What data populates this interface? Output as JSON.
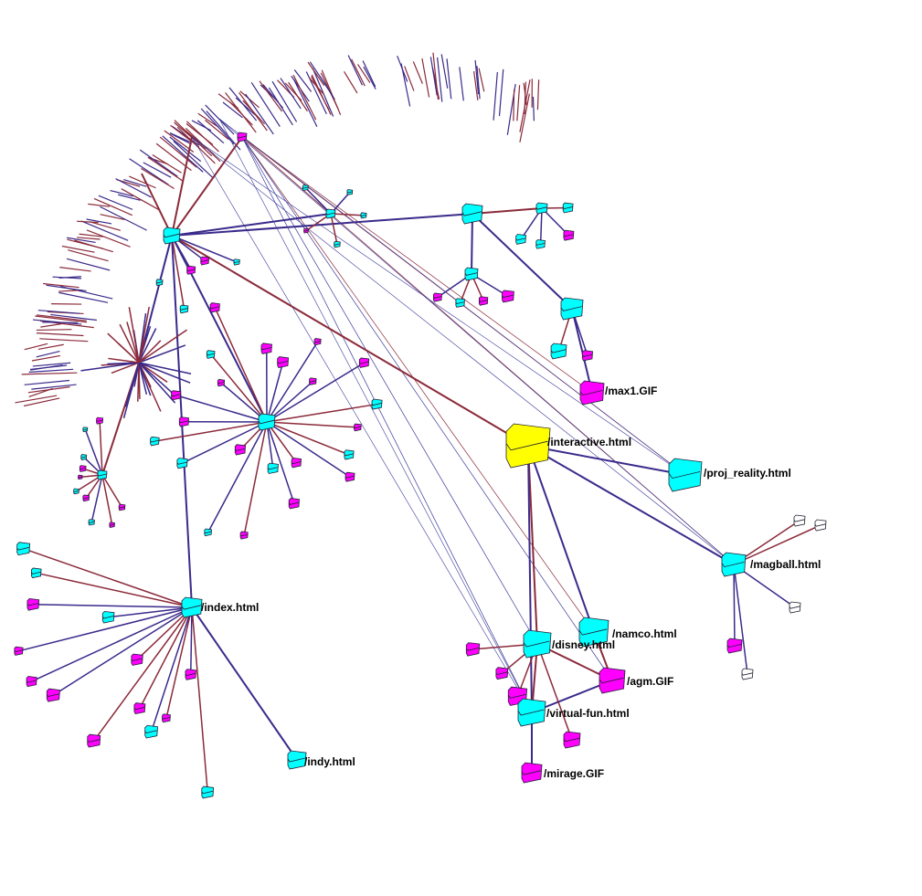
{
  "colors": {
    "background": "#ffffff",
    "html_node": "#00ffff",
    "image_node": "#ff00ff",
    "focus_node": "#ffff00",
    "unknown_node": "#ffffff",
    "edge_in": "#8b2a3a",
    "edge_out": "#3a2a8b"
  },
  "labels": {
    "max1": "/max1.GIF",
    "interactive": "/interactive.html",
    "proj_reality": "/proj_reality.html",
    "magball": "/magball.html",
    "namco": "/namco.html",
    "disney": "/disney.html",
    "agm": "/agm.GIF",
    "virtual_fun": "/virtual-fun.html",
    "mirage": "/mirage.GIF",
    "index": "/index.html",
    "indy": "/indy.html"
  }
}
